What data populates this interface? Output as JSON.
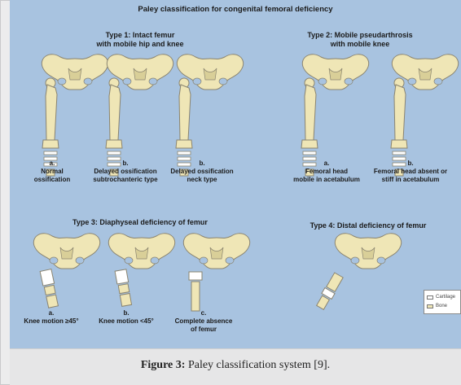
{
  "figure": {
    "main_title": "Paley classification for congenital femoral deficiency",
    "type1": {
      "title": "Type 1: Intact femur\nwith mobile hip and knee",
      "a": "a.\nNormal\nossification",
      "b1": "b.\nDelayed ossification\nsubtrochanteric type",
      "b2": "b.\nDelayed ossification\nneck type"
    },
    "type2": {
      "title": "Type 2: Mobile pseudarthrosis\nwith mobile knee",
      "a": "a.\nFemoral head\nmobile in acetabulum",
      "b": "b.\nFemoral head absent or\nstiff in acetabulum"
    },
    "type3": {
      "title": "Type 3: Diaphyseal deficiency of femur",
      "a": "a.\nKnee motion ≥45°",
      "b": "b.\nKnee motion <45°",
      "c": "c.\nComplete absence\nof femur"
    },
    "type4": {
      "title": "Type 4: Distal deficiency of femur"
    },
    "legend": {
      "cartilage": "Cartilage",
      "bone": "Bone",
      "cartilage_color": "#ffffff",
      "bone_color": "#efe6b6"
    }
  },
  "caption": {
    "label": "Figure 3:",
    "text": " Paley classification system [9]."
  },
  "colors": {
    "background": "#a8c3e0",
    "bone": "#efe6b6",
    "outline": "#8a8470"
  }
}
